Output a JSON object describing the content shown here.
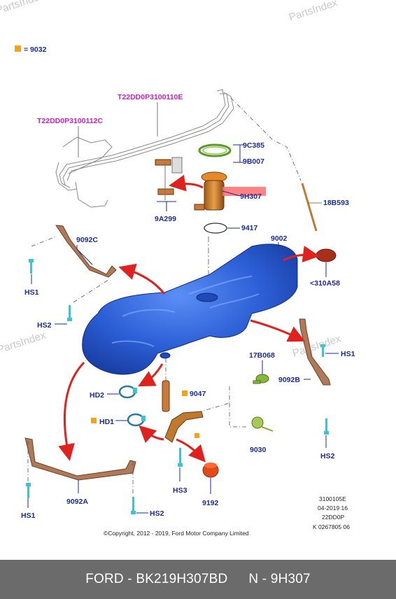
{
  "watermarks": [
    "PartsIndex",
    "PartsIndex",
    "PartsIndex",
    "PartsIndex"
  ],
  "legend": {
    "symbol_color": "#f5a31a",
    "text": "= 9032"
  },
  "labels": {
    "T22DD0P3100110E": "T22DD0P3100110E",
    "T22DD0P3100112C": "T22DD0P3100112C",
    "9C385": "9C385",
    "9B007": "9B007",
    "9H307": "9H307",
    "9A299": "9A299",
    "18B593": "18B593",
    "9417": "9417",
    "9002": "9002",
    "310A58": "<310A58",
    "9092C": "9092C",
    "HS1_a": "HS1",
    "HS2_a": "HS2",
    "HS1_b": "HS1",
    "17B068": "17B068",
    "9092B": "9092B",
    "HD2": "HD2",
    "9047": "9047",
    "HD1": "HD1",
    "9030": "9030",
    "HS2_b": "HS2",
    "HS3": "HS3",
    "9192": "9192",
    "9092A": "9092A",
    "HS1_c": "HS1",
    "HS2_c": "HS2"
  },
  "ref_block": [
    "3100105E",
    "04-2019 16",
    "22DD0P",
    "K 0267805 06"
  ],
  "copyright": "©Copyright, 2012 - 2019, Ford Motor Company Limited",
  "footer": {
    "part": "FORD - BK219H307BD",
    "name": "N - 9H307"
  },
  "colors": {
    "tank": "#2f63d8",
    "arrow": "#e0221e",
    "label": "#1a2a9c",
    "pink": "#d21ac8",
    "bracket": "#b07a5a",
    "bolt": "#3cc3d6",
    "highlight": "#ff6d6d"
  }
}
